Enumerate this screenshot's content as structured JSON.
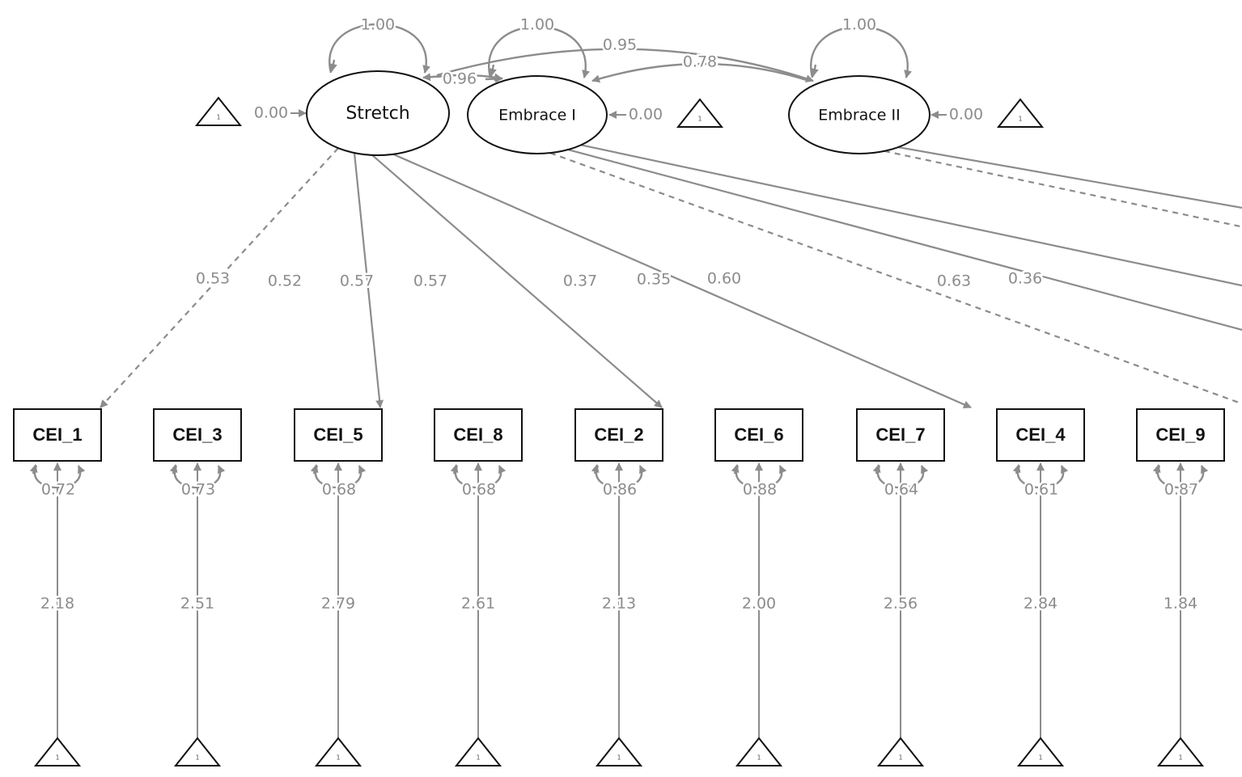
{
  "colors": {
    "path": "#8c8c8c",
    "shape": "#111111",
    "background": "#ffffff"
  },
  "intercept_label": "1",
  "latents": [
    {
      "id": "stretch",
      "label": "Stretch",
      "variance": "1.00",
      "mean": "0.00"
    },
    {
      "id": "embrace1",
      "label": "Embrace I",
      "variance": "1.00",
      "mean": "0.00"
    },
    {
      "id": "embrace2",
      "label": "Embrace II",
      "variance": "1.00",
      "mean": "0.00"
    }
  ],
  "covariances": [
    {
      "from": "stretch",
      "to": "embrace1",
      "value": "0.96"
    },
    {
      "from": "embrace1",
      "to": "embrace2",
      "value": "0.78"
    },
    {
      "from": "stretch",
      "to": "embrace2",
      "value": "0.95"
    }
  ],
  "indicators": [
    {
      "id": "CEI_1",
      "label": "CEI_1",
      "factor": "stretch",
      "loading": "0.53",
      "fixed": true,
      "residual": "0.72",
      "intercept": "2.18"
    },
    {
      "id": "CEI_3",
      "label": "CEI_3",
      "factor": "stretch",
      "loading": "0.52",
      "fixed": false,
      "residual": "0.73",
      "intercept": "2.51"
    },
    {
      "id": "CEI_5",
      "label": "CEI_5",
      "factor": "stretch",
      "loading": "0.57",
      "fixed": false,
      "residual": "0.68",
      "intercept": "2.79"
    },
    {
      "id": "CEI_8",
      "label": "CEI_8",
      "factor": "stretch",
      "loading": "0.57",
      "fixed": false,
      "residual": "0.68",
      "intercept": "2.61"
    },
    {
      "id": "CEI_2",
      "label": "CEI_2",
      "factor": "embrace1",
      "loading": "0.37",
      "fixed": true,
      "residual": "0.86",
      "intercept": "2.13"
    },
    {
      "id": "CEI_6",
      "label": "CEI_6",
      "factor": "embrace1",
      "loading": "0.35",
      "fixed": false,
      "residual": "0.88",
      "intercept": "2.00"
    },
    {
      "id": "CEI_7",
      "label": "CEI_7",
      "factor": "embrace1",
      "loading": "0.60",
      "fixed": false,
      "residual": "0.64",
      "intercept": "2.56"
    },
    {
      "id": "CEI_4",
      "label": "CEI_4",
      "factor": "embrace2",
      "loading": "0.63",
      "fixed": true,
      "residual": "0.61",
      "intercept": "2.84"
    },
    {
      "id": "CEI_9",
      "label": "CEI_9",
      "factor": "embrace2",
      "loading": "0.36",
      "fixed": false,
      "residual": "0.87",
      "intercept": "1.84"
    }
  ]
}
